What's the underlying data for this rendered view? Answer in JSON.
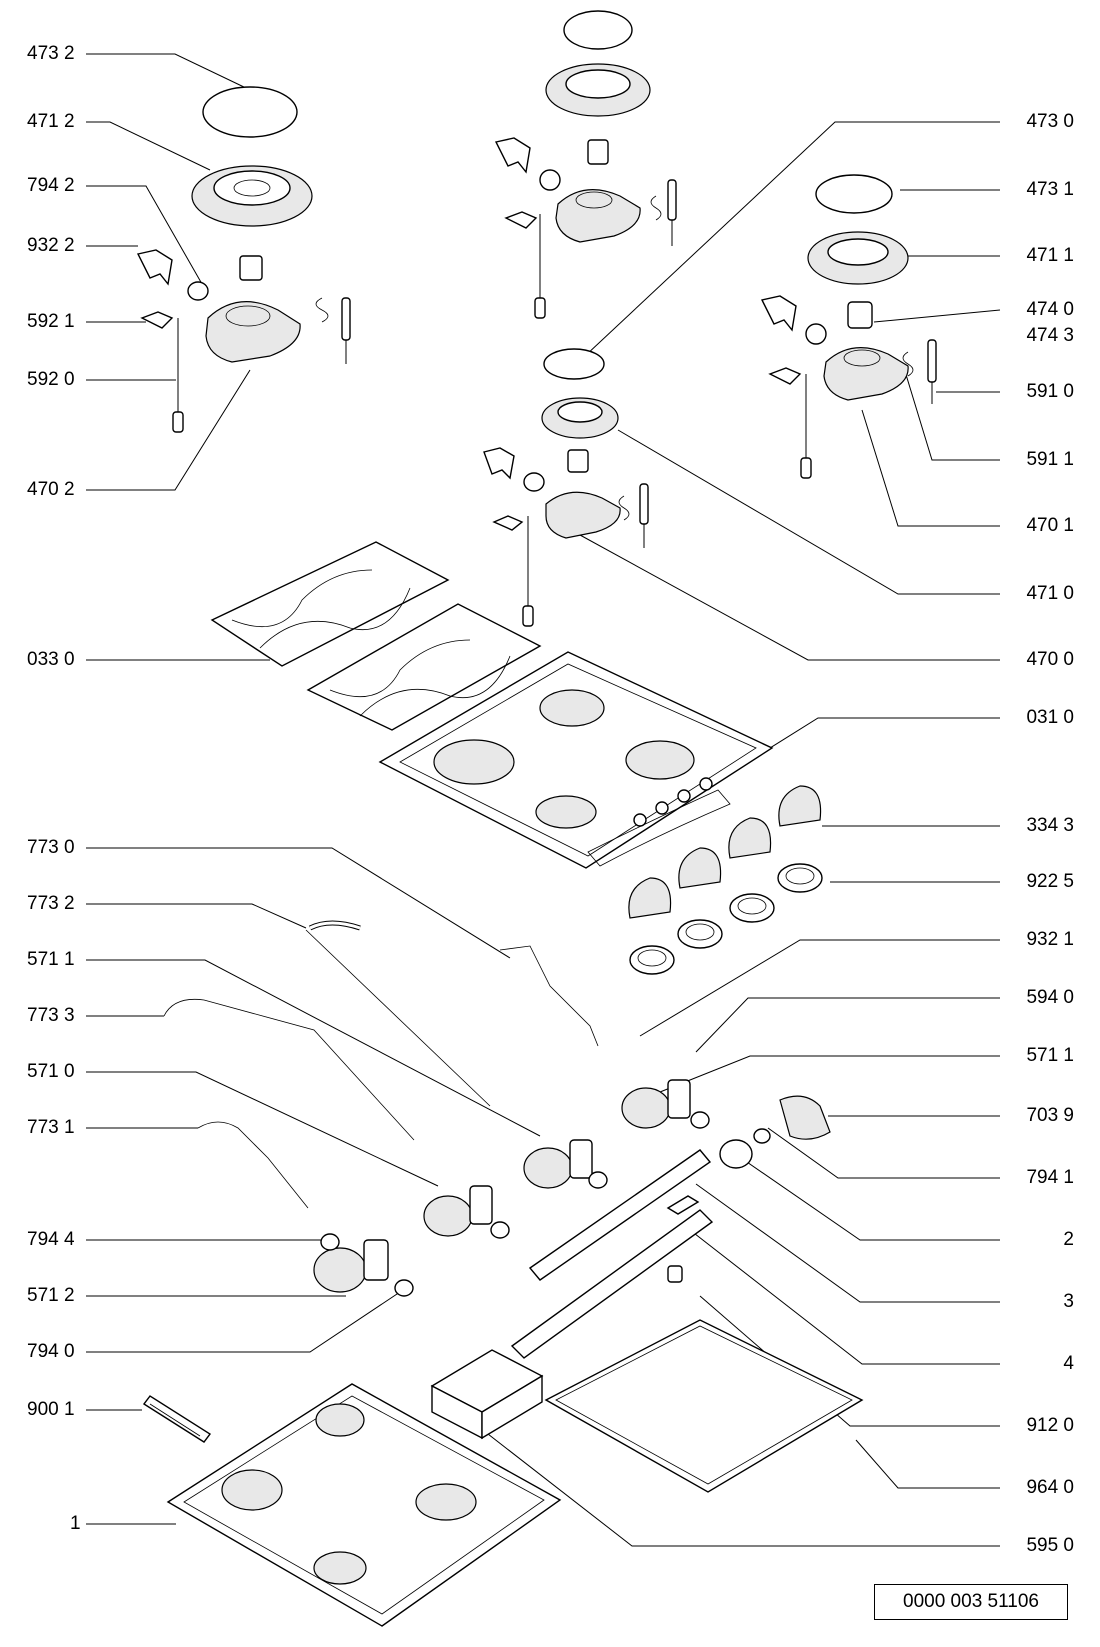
{
  "labels_left": [
    {
      "text": "473 2"
    },
    {
      "text": "471 2"
    },
    {
      "text": "794 2"
    },
    {
      "text": "932 2"
    },
    {
      "text": "592 1"
    },
    {
      "text": "592 0"
    },
    {
      "text": "470 2"
    },
    {
      "text": "033 0"
    },
    {
      "text": "773 0"
    },
    {
      "text": "773 2"
    },
    {
      "text": "571 1"
    },
    {
      "text": "773 3"
    },
    {
      "text": "571 0"
    },
    {
      "text": "773 1"
    },
    {
      "text": "794 4"
    },
    {
      "text": "571 2"
    },
    {
      "text": "794 0"
    },
    {
      "text": "900 1"
    },
    {
      "text": "1"
    }
  ],
  "labels_right": [
    {
      "text": "473 0"
    },
    {
      "text": "473 1"
    },
    {
      "text": "471 1"
    },
    {
      "text": "474 0"
    },
    {
      "text": "474 3"
    },
    {
      "text": "591 0"
    },
    {
      "text": "591 1"
    },
    {
      "text": "470 1"
    },
    {
      "text": "471 0"
    },
    {
      "text": "470 0"
    },
    {
      "text": "031 0"
    },
    {
      "text": "334 3"
    },
    {
      "text": "922 5"
    },
    {
      "text": "932 1"
    },
    {
      "text": "594 0"
    },
    {
      "text": "571 1"
    },
    {
      "text": "703 9"
    },
    {
      "text": "794 1"
    },
    {
      "text": "2"
    },
    {
      "text": "3"
    },
    {
      "text": "4"
    },
    {
      "text": "912 0"
    },
    {
      "text": "964 0"
    },
    {
      "text": "595 0"
    }
  ],
  "document_number": "0000 003 51106",
  "colors": {
    "line": "#000000",
    "background": "#ffffff"
  }
}
